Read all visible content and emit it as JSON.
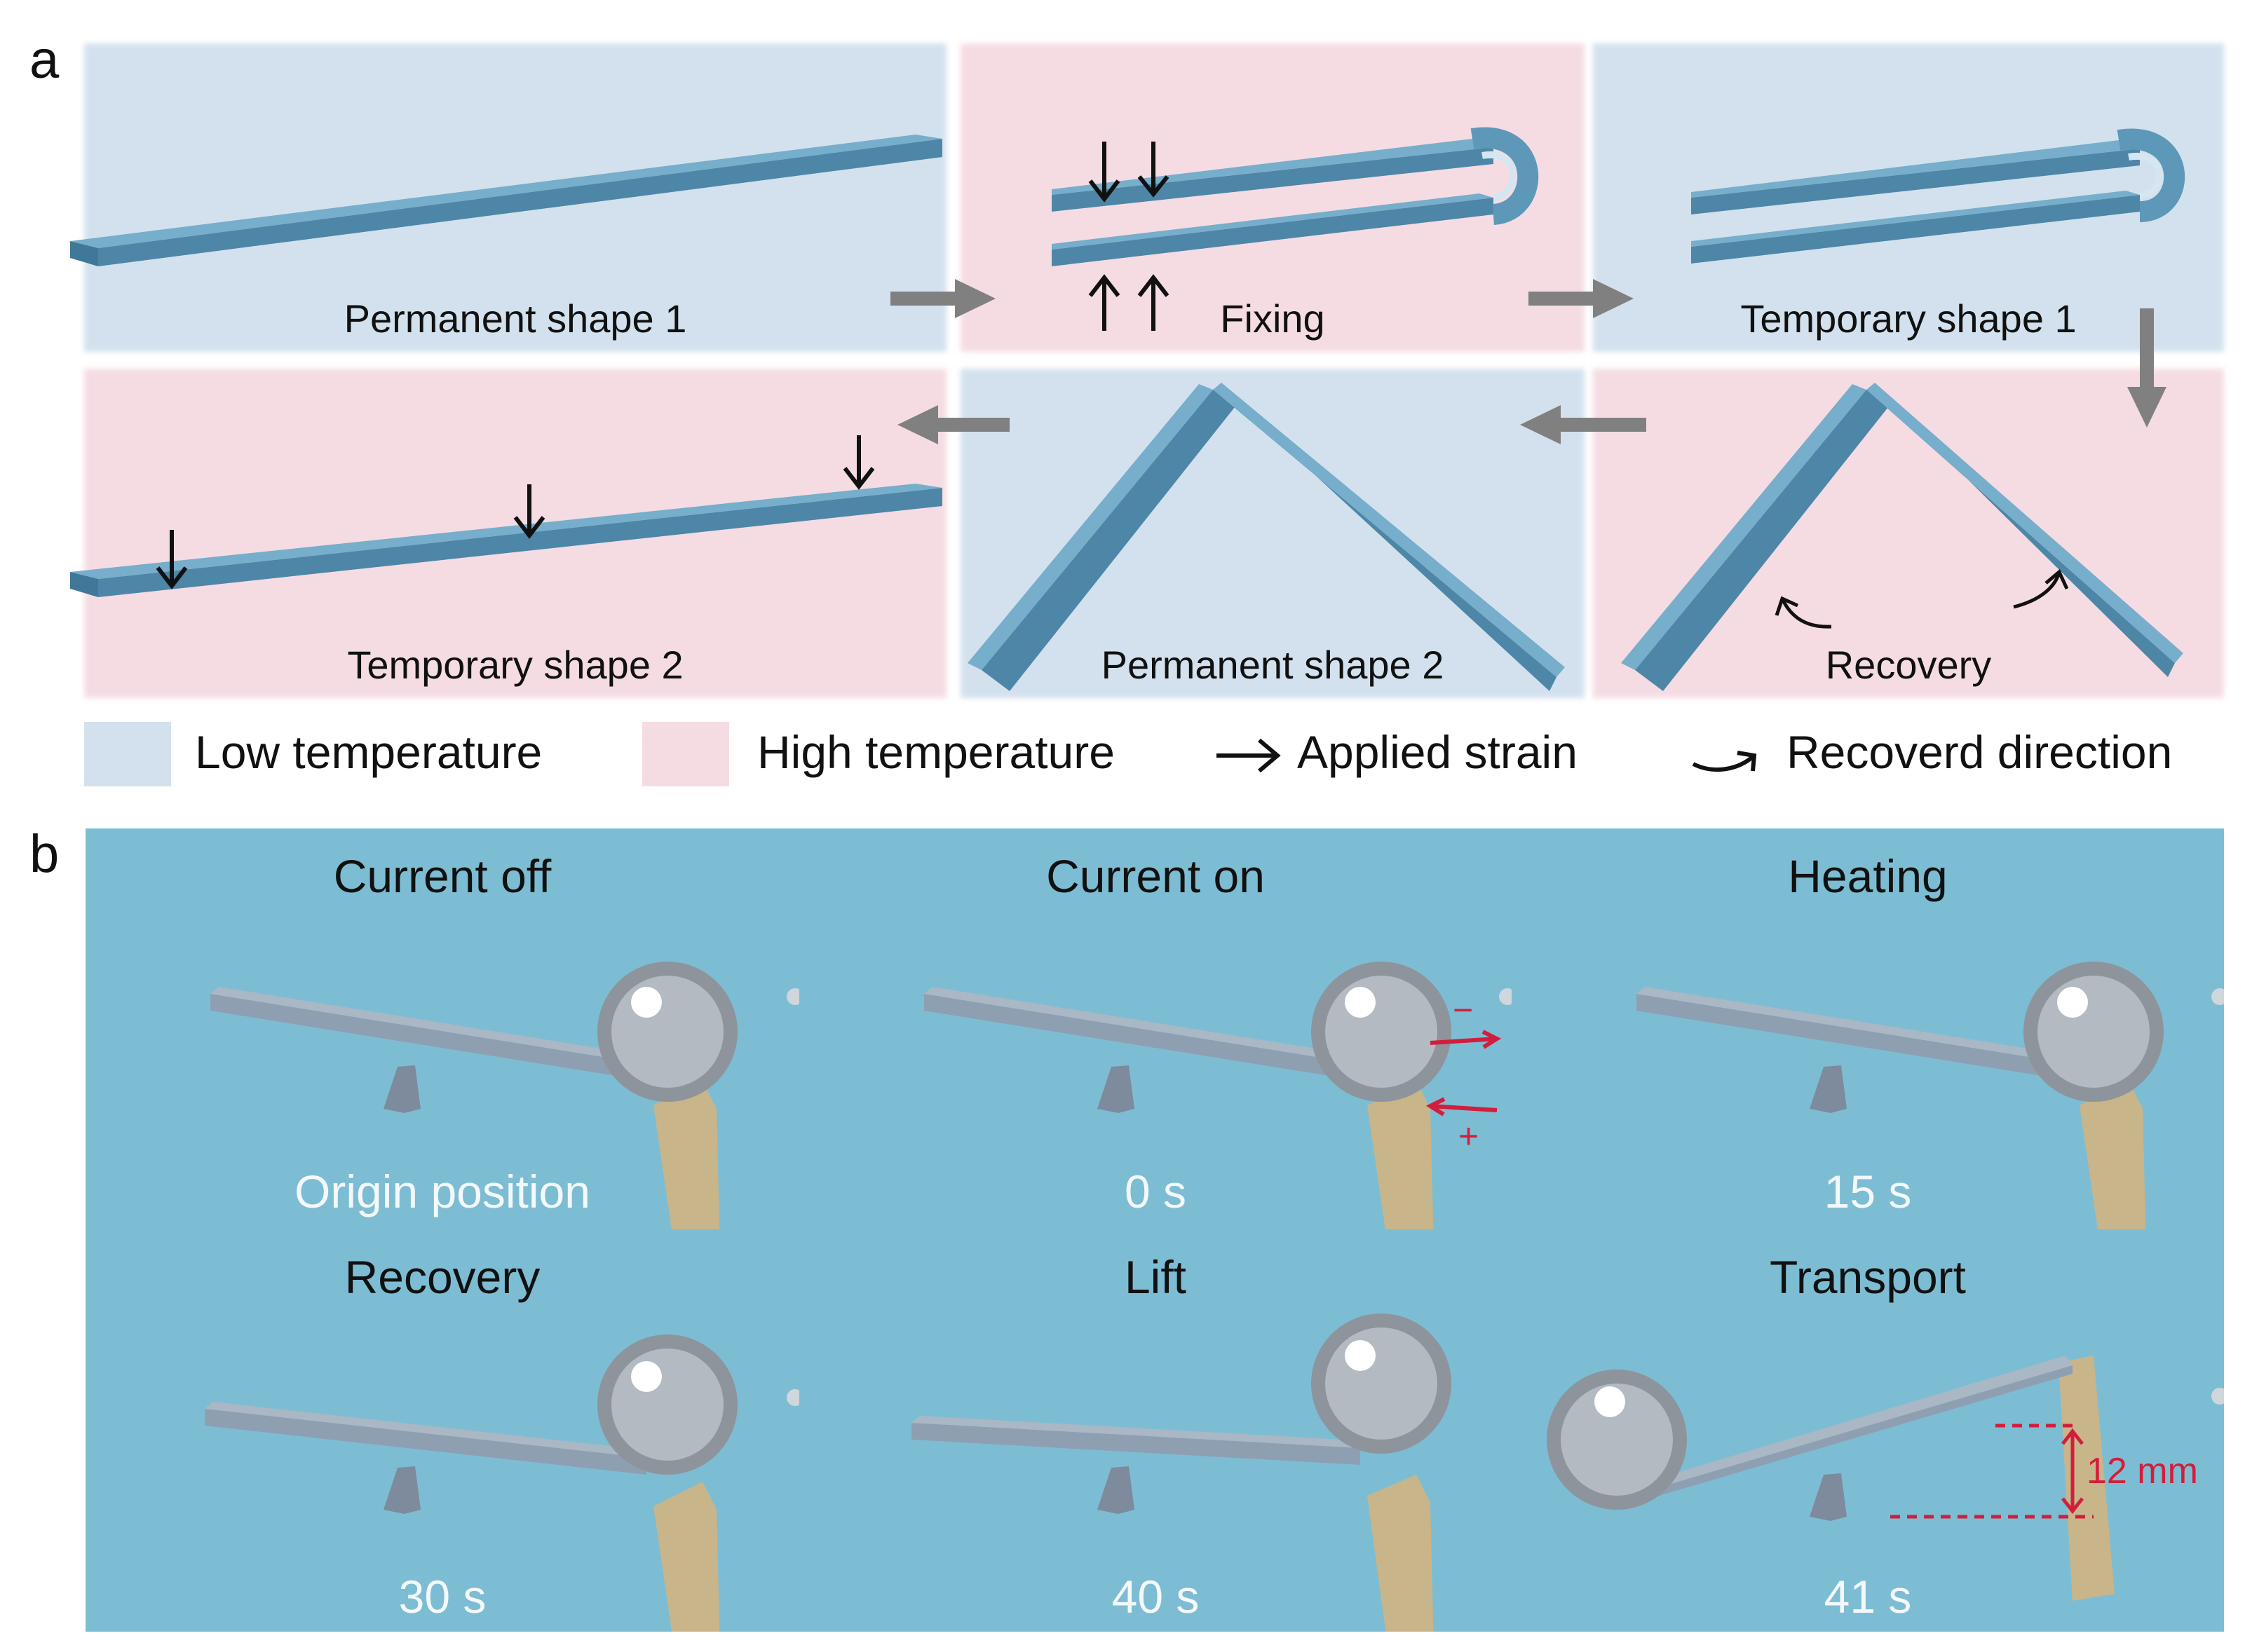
{
  "panel_a": {
    "letter": "a",
    "cells": [
      {
        "label": "Permanent shape 1",
        "temp": "low"
      },
      {
        "label": "Fixing",
        "temp": "high"
      },
      {
        "label": "Temporary shape 1",
        "temp": "low"
      },
      {
        "label": "Temporary shape 2",
        "temp": "high"
      },
      {
        "label": "Permanent shape 2",
        "temp": "low"
      },
      {
        "label": "Recovery",
        "temp": "high"
      }
    ],
    "legend": {
      "low": "Low temperature",
      "high": "High temperature",
      "strain": "Applied strain",
      "recover": "Recoverd direction"
    }
  },
  "panel_b": {
    "letter": "b",
    "frames": [
      {
        "title": "Current off",
        "caption": "Origin position"
      },
      {
        "title": "Current on",
        "caption": "0 s",
        "minus": "−",
        "plus": "+"
      },
      {
        "title": "Heating",
        "caption": "15 s"
      },
      {
        "title": "Recovery",
        "caption": "30 s"
      },
      {
        "title": "Lift",
        "caption": "40 s"
      },
      {
        "title": "Transport",
        "caption": "41 s",
        "measure": "12 mm"
      }
    ]
  },
  "colors": {
    "low_bg": "#d3e1ee",
    "high_bg": "#f5dce3",
    "strip": "#5e98b8",
    "photo_bg": "#7dbdd3",
    "flow_arrow": "#808080",
    "annotation_red": "#d21e3c"
  }
}
